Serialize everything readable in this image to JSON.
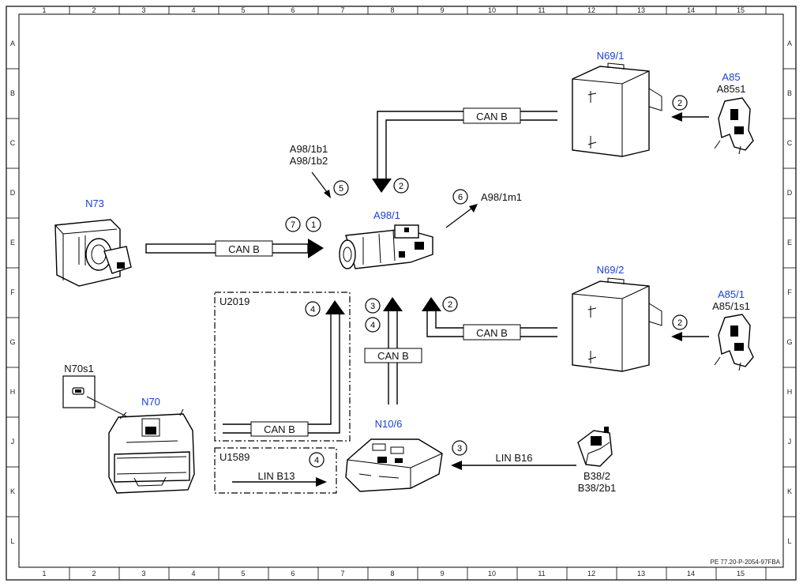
{
  "grid": {
    "columns": [
      "1",
      "2",
      "3",
      "4",
      "5",
      "6",
      "7",
      "8",
      "9",
      "10",
      "11",
      "12",
      "13",
      "14",
      "15"
    ],
    "rows": [
      "A",
      "B",
      "C",
      "D",
      "E",
      "F",
      "G",
      "H",
      "J",
      "K",
      "L"
    ]
  },
  "components": {
    "n73": "N73",
    "a98_1": "A98/1",
    "n69_1": "N69/1",
    "n69_2": "N69/2",
    "a85": "A85",
    "a85s1": "A85s1",
    "a85_1": "A85/1",
    "a85_1s1": "A85/1s1",
    "n70": "N70",
    "n70s1": "N70s1",
    "n10_6": "N10/6",
    "b38_2": "B38/2",
    "b38_2b1": "B38/2b1",
    "a98_1b1": "A98/1b1",
    "a98_1b2": "A98/1b2",
    "a98_1m1": "A98/1m1"
  },
  "groups": {
    "u2019": "U2019",
    "u1589": "U1589"
  },
  "buses": {
    "can_top": "CAN B",
    "can_left": "CAN B",
    "can_mid": "CAN B",
    "can_right": "CAN B",
    "can_u2019": "CAN B",
    "lin_b13": "LIN B13",
    "lin_b16": "LIN B16"
  },
  "markers": {
    "m_top2": "2",
    "m_a85": "2",
    "m_left7": "7",
    "m_left1": "1",
    "m_5": "5",
    "m_6": "6",
    "m_right2": "2",
    "m_a851": "2",
    "m_mid3": "3",
    "m_mid4": "4",
    "m_u2019_4": "4",
    "m_u1589_4": "4",
    "m_lin3": "3"
  },
  "footer": {
    "doc_id": "PE 77.20-P-2054-97FBA"
  },
  "colors": {
    "component_label": "#1a3fd6",
    "line": "#000000"
  }
}
